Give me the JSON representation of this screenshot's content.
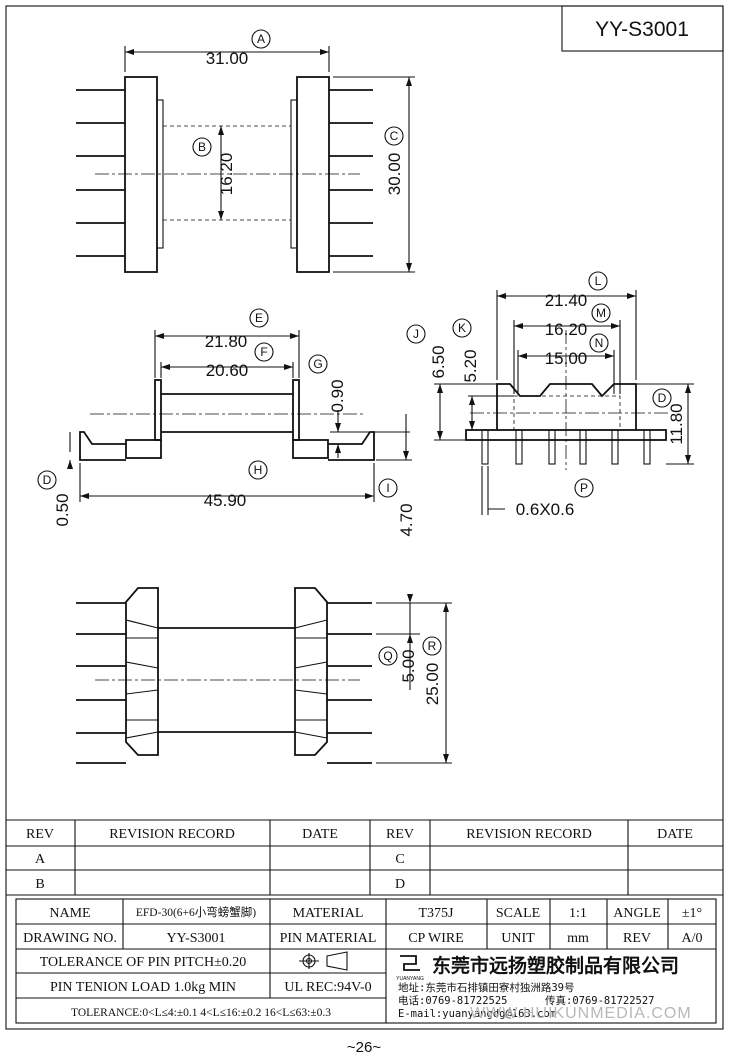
{
  "model_code": "YY-S3001",
  "page_number": "~26~",
  "dimensions": [
    {
      "letter": "A",
      "value": "31.00"
    },
    {
      "letter": "B",
      "value": "16.20"
    },
    {
      "letter": "C",
      "value": "30.00"
    },
    {
      "letter": "D",
      "value": "11.80"
    },
    {
      "letter": "D",
      "value": "0.50"
    },
    {
      "letter": "E",
      "value": "21.80"
    },
    {
      "letter": "F",
      "value": "20.60"
    },
    {
      "letter": "G",
      "value": "0.90"
    },
    {
      "letter": "H",
      "value": "45.90"
    },
    {
      "letter": "I",
      "value": "4.70"
    },
    {
      "letter": "J",
      "value": "6.50"
    },
    {
      "letter": "K",
      "value": "5.20"
    },
    {
      "letter": "L",
      "value": "21.40"
    },
    {
      "letter": "M",
      "value": "16.20"
    },
    {
      "letter": "N",
      "value": "15.00"
    },
    {
      "letter": "P",
      "value": "0.6X0.6"
    },
    {
      "letter": "Q",
      "value": "5.00"
    },
    {
      "letter": "R",
      "value": "25.00"
    }
  ],
  "revision_table": {
    "headers": [
      "REV",
      "REVISION RECORD",
      "DATE",
      "REV",
      "REVISION RECORD",
      "DATE"
    ],
    "rows": [
      [
        "A",
        "",
        "",
        "C",
        "",
        ""
      ],
      [
        "B",
        "",
        "",
        "D",
        "",
        ""
      ]
    ]
  },
  "title_block": {
    "name_label": "NAME",
    "name_value": "EFD-30(6+6小弯螃蟹脚)",
    "material_label": "MATERIAL",
    "material_value": "T375J",
    "scale_label": "SCALE",
    "scale_value": "1:1",
    "angle_label": "ANGLE",
    "angle_value": "±1°",
    "drawing_no_label": "DRAWING NO.",
    "drawing_no_value": "YY-S3001",
    "pin_material_label": "PIN MATERIAL",
    "pin_material_value": "CP WIRE",
    "unit_label": "UNIT",
    "unit_value": "mm",
    "rev_label": "REV",
    "rev_value": "A/0",
    "tolerance_pitch": "TOLERANCE OF PIN PITCH±0.20",
    "pin_tension": "PIN TENION LOAD 1.0kg MIN",
    "ul_rec": "UL REC:94V-0",
    "tolerance_general": "TOLERANCE:0<L≤4:±0.1  4<L≤16:±0.2  16<L≤63:±0.3",
    "logo_text": "YUANYANG",
    "company_name": "东莞市远扬塑胶制品有限公司",
    "address": "地址:东莞市石排镇田寮村独洲路39号",
    "phone": "电话:0769-81722525",
    "fax": "传真:0769-81722527",
    "email": "E-mail:yuanyangdg@163.com"
  },
  "watermark": "WWW.HUIKUNMEDIA.COM"
}
